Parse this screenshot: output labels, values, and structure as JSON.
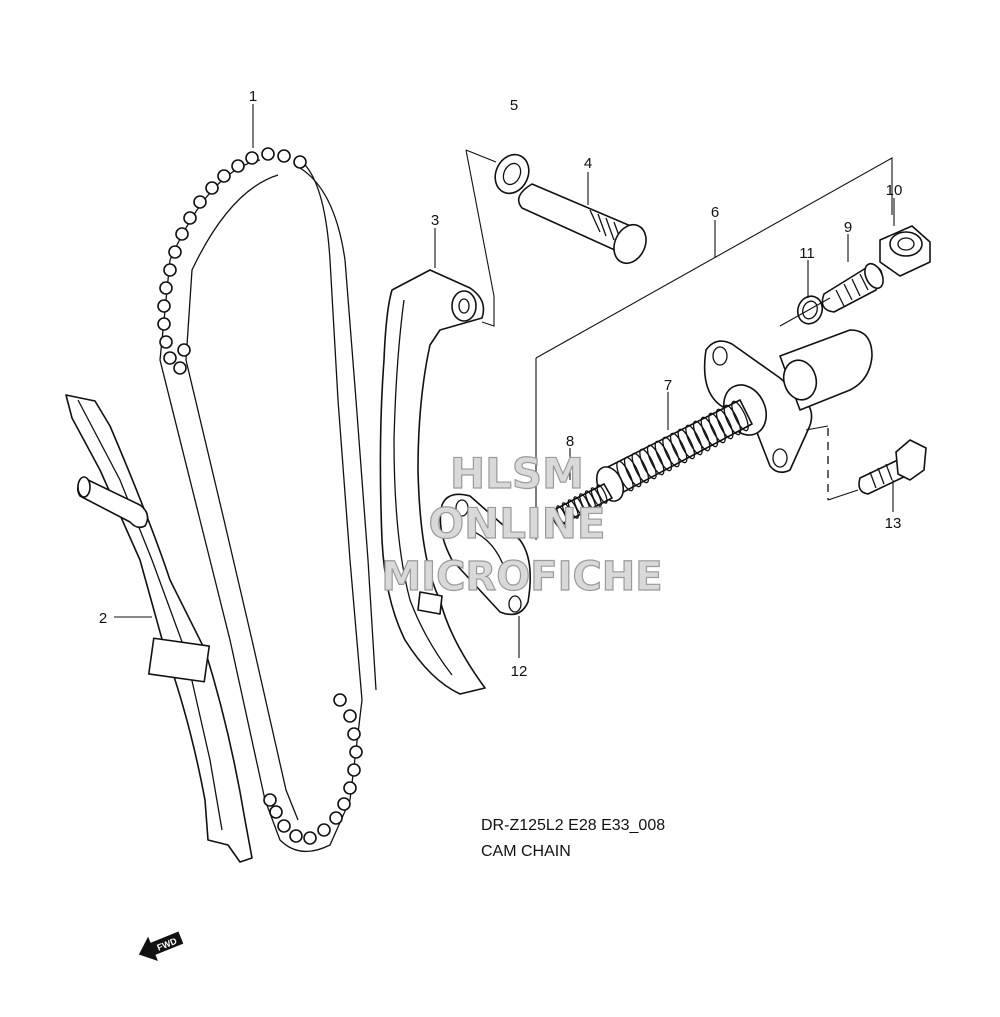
{
  "diagram": {
    "model_code": "DR-Z125L2 E28 E33_008",
    "title": "CAM CHAIN",
    "watermark": [
      "HLSM",
      "ONLINE",
      "MICROFICHE"
    ],
    "direction_marker": "FWD",
    "callouts": [
      "1",
      "2",
      "3",
      "4",
      "5",
      "6",
      "7",
      "8",
      "9",
      "10",
      "11",
      "12",
      "13"
    ]
  }
}
